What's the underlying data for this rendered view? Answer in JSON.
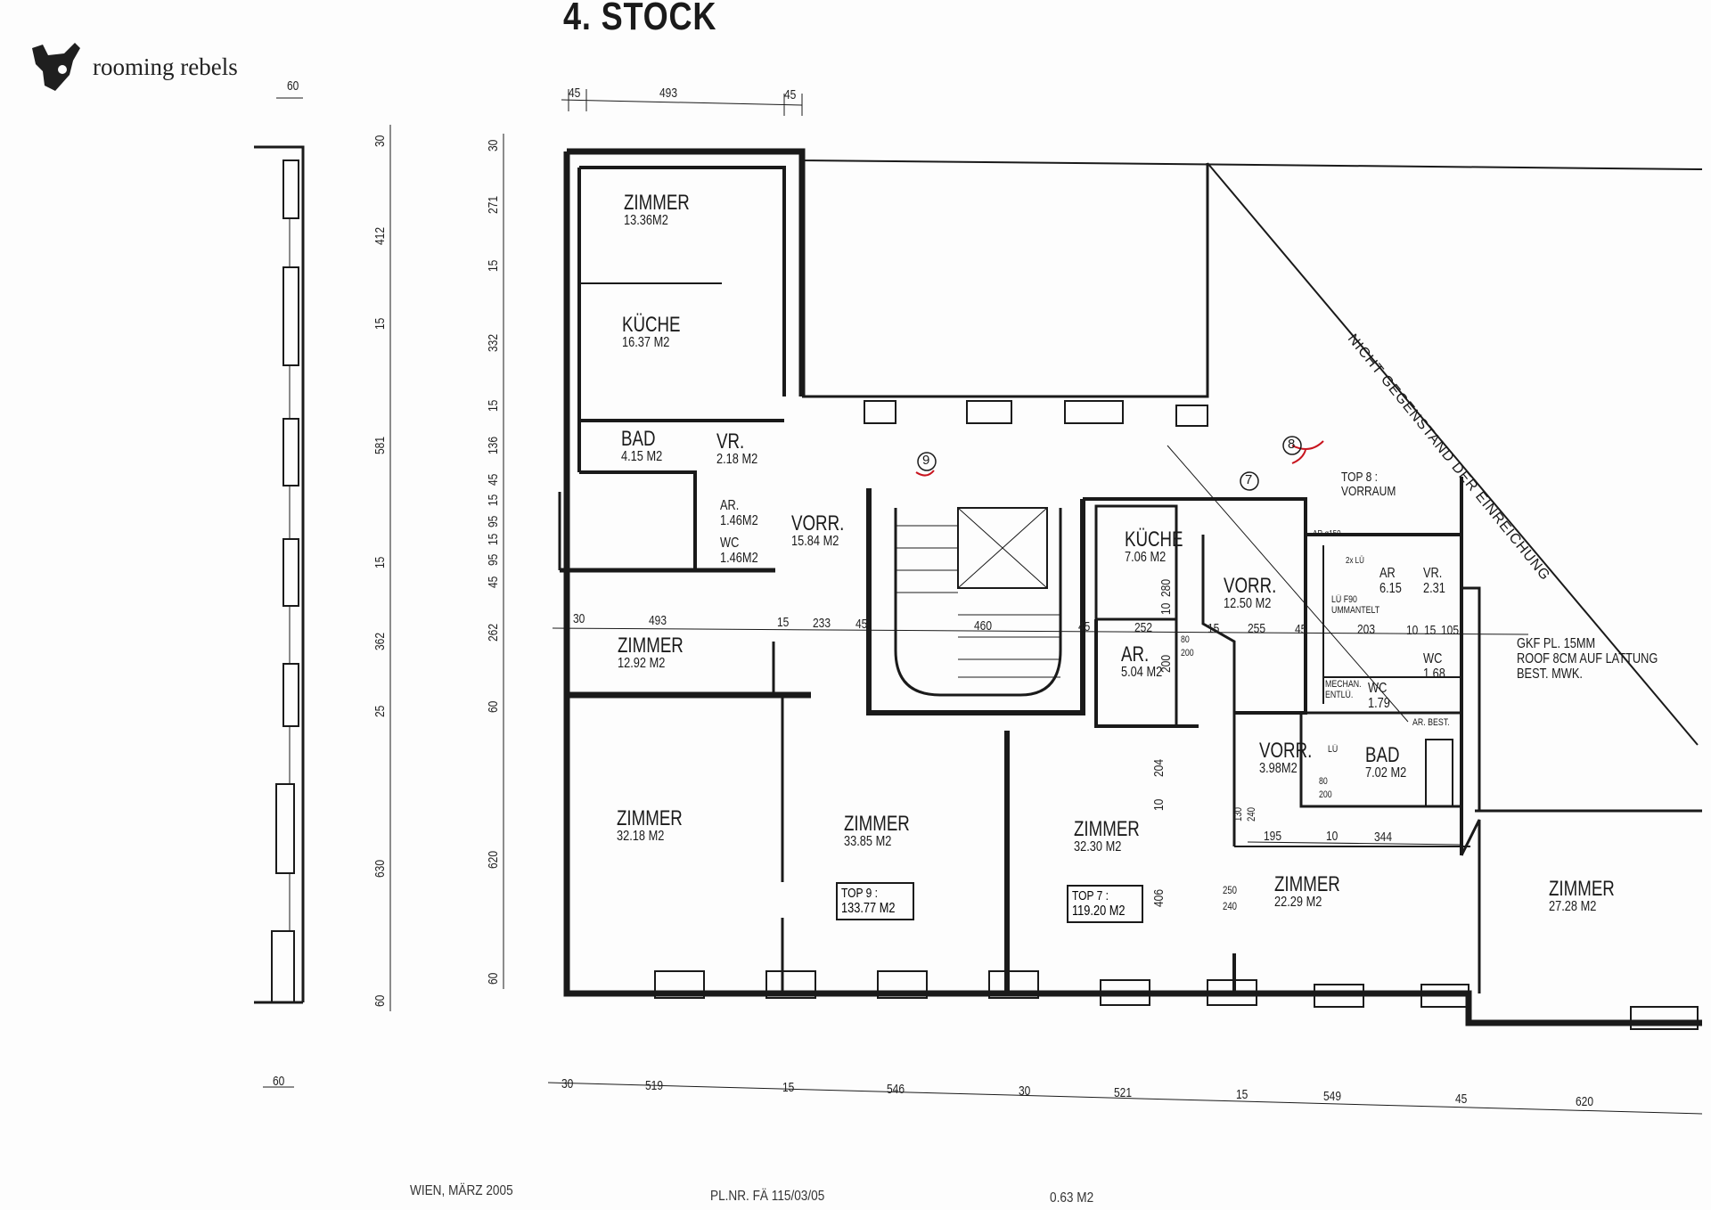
{
  "logo": {
    "text": "rooming rebels"
  },
  "title": "4. STOCK",
  "rooms": [
    {
      "name": "ZIMMER",
      "area": "13.36M2"
    },
    {
      "name": "KÜCHE",
      "area": "16.37 M2"
    },
    {
      "name": "BAD",
      "area": "4.15 M2"
    },
    {
      "name": "VR.",
      "area": "2.18 M2"
    },
    {
      "name": "AR.",
      "area": "1.46M2"
    },
    {
      "name": "WC",
      "area": "1.46M2"
    },
    {
      "name": "VORR.",
      "area": "15.84 M2"
    },
    {
      "name": "ZIMMER",
      "area": "12.92 M2"
    },
    {
      "name": "ZIMMER",
      "area": "32.18 M2"
    },
    {
      "name": "ZIMMER",
      "area": "33.85 M2"
    },
    {
      "name": "KÜCHE",
      "area": "7.06 M2"
    },
    {
      "name": "VORR.",
      "area": "12.50 M2"
    },
    {
      "name": "AR.",
      "area": "5.04 M2"
    },
    {
      "name": "AR",
      "area": "6.15"
    },
    {
      "name": "VR.",
      "area": "2.31"
    },
    {
      "name": "WC",
      "area": "1.68"
    },
    {
      "name": "WC",
      "area": "1.79"
    },
    {
      "name": "VORR.",
      "area": "3.98M2"
    },
    {
      "name": "BAD",
      "area": "7.02 M2"
    },
    {
      "name": "ZIMMER",
      "area": "32.30 M2"
    },
    {
      "name": "ZIMMER",
      "area": "22.29 M2"
    },
    {
      "name": "ZIMMER",
      "area": "27.28 M2"
    }
  ],
  "units": [
    {
      "label": "TOP 9 :",
      "area": "133.77 M2"
    },
    {
      "label": "TOP 7 :",
      "area": "119.20 M2"
    },
    {
      "label": "TOP 8 :",
      "area": "VORRAUM"
    }
  ],
  "notes": {
    "gkf1": "GKF PL. 15MM",
    "gkf2": "ROOF 8CM AUF LATTUNG",
    "gkf3": "BEST. MWK.",
    "diagonal": "NICHT GEGENSTAND DER EINREICHUNG",
    "mechan1": "MECHAN.",
    "mechan2": "ENTLÜ.",
    "lu1": "LÜ F90",
    "lu2": "UMMANTELT",
    "ar_best": "AR. BEST.",
    "lu_small": "LÜ",
    "lu100": "2x LÜ",
    "ar150": "AR ø150"
  },
  "markers": [
    "9",
    "8",
    "7"
  ],
  "dims_top": [
    "45",
    "493",
    "45"
  ],
  "dims_left": [
    "30",
    "271",
    "15",
    "332",
    "15",
    "136",
    "45",
    "15",
    "95",
    "15",
    "95",
    "45",
    "262",
    "60",
    "620",
    "60"
  ],
  "dims_far_left": [
    "30",
    "412",
    "15",
    "581",
    "15",
    "362",
    "25",
    "630",
    "60"
  ],
  "dims_bottom": [
    "30",
    "519",
    "15",
    "546",
    "30",
    "521",
    "15",
    "549",
    "45",
    "620"
  ],
  "dims_inner": [
    "30",
    "493",
    "15",
    "233",
    "45",
    "460",
    "45",
    "252",
    "15",
    "255",
    "45",
    "203",
    "10",
    "15",
    "105",
    "195",
    "10",
    "344",
    "406",
    "204",
    "10",
    "200",
    "280",
    "10",
    "250",
    "240",
    "80",
    "200",
    "130",
    "240",
    "80",
    "200"
  ],
  "small_dims": {
    "top60": "60",
    "bottom60": "60"
  },
  "footer": {
    "city": "WIEN, MÄRZ 2005",
    "plan": "PL.NR. FÄ 115/03/05",
    "area": "0.63 M2"
  }
}
